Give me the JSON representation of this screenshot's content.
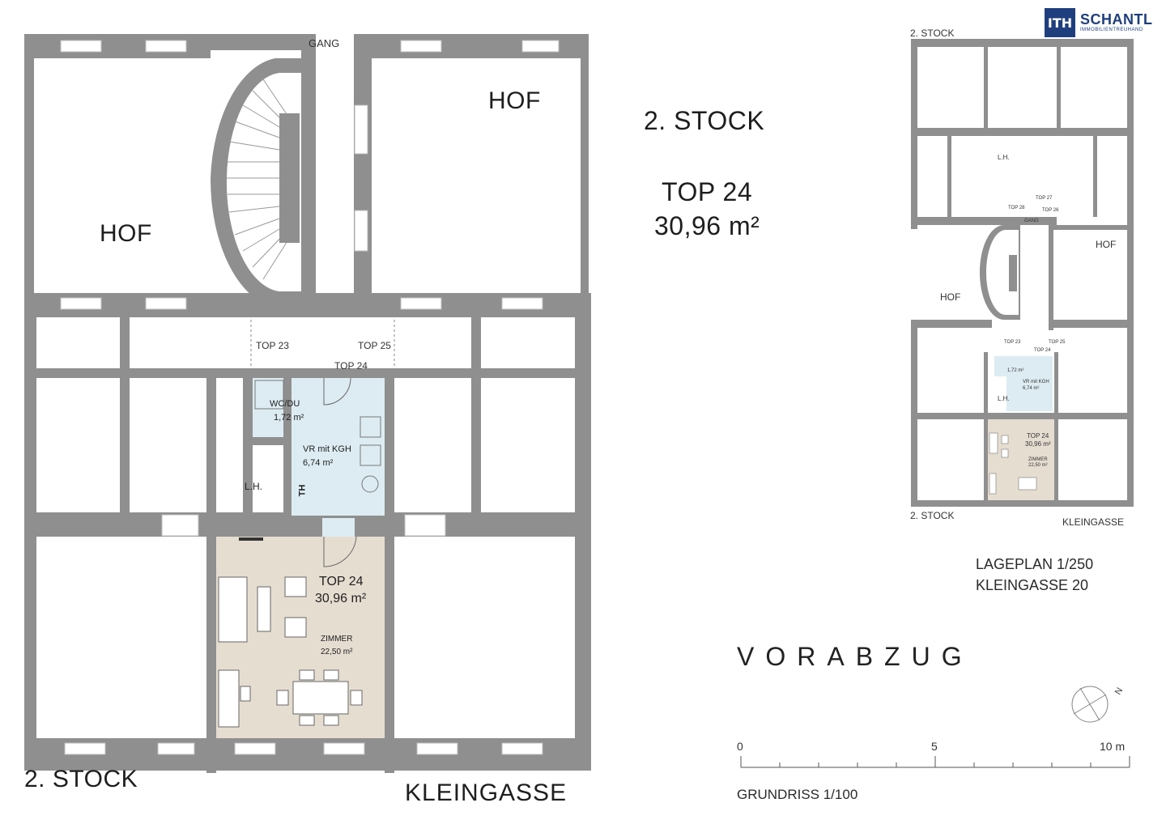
{
  "main_plan": {
    "hof_left": "HOF",
    "hof_right": "HOF",
    "gang": "GANG",
    "top23": "TOP 23",
    "top25": "TOP 25",
    "top24_door": "TOP 24",
    "wc_name": "WC/DU",
    "wc_area": "1,72 m²",
    "vr_name": "VR mit KGH",
    "vr_area": "6,74 m²",
    "th": "TH",
    "lh": "L.H.",
    "unit_name": "TOP 24",
    "unit_area": "30,96 m²",
    "zimmer_name": "ZIMMER",
    "zimmer_area": "22,50 m²",
    "floor_label": "2. STOCK",
    "street": "KLEINGASSE"
  },
  "header": {
    "floor": "2. STOCK",
    "unit": "TOP 24",
    "area": "30,96 m²"
  },
  "site_plan": {
    "floor_top": "2. STOCK",
    "floor_bottom": "2. STOCK",
    "street": "KLEINGASSE",
    "hof_left": "HOF",
    "hof_right": "HOF",
    "lh_top": "L.H.",
    "lh_bottom": "L.H.",
    "gang": "GANG",
    "top26": "TOP 26",
    "top27": "TOP 27",
    "top28": "TOP 28",
    "top23": "TOP 23",
    "top25": "TOP 25",
    "top24_door": "TOP 24",
    "wc_area": "1,72 m²",
    "vr_name": "VR mit KGH",
    "vr_area": "6,74 m²",
    "unit_name": "TOP 24",
    "unit_area": "30,96 m²",
    "zimmer_name": "ZIMMER",
    "zimmer_area": "22,50 m²",
    "scale_label": "LAGEPLAN 1/250",
    "address": "KLEINGASSE 20"
  },
  "logo": {
    "mark": "ITH",
    "name": "SCHANTL",
    "sub": "IMMOBILIENTREUHAND"
  },
  "vorabzug": "VORABZUG",
  "scale_bar": {
    "tick0": "0",
    "tick5": "5",
    "tick10": "10 m",
    "label": "GRUNDRISS 1/100"
  },
  "north": "N",
  "colors": {
    "wall": "#8f8f8f",
    "unit_floor": "#e6ddd1",
    "wet_floor": "#dcecf2",
    "logo_bg": "#1f3e7d"
  }
}
